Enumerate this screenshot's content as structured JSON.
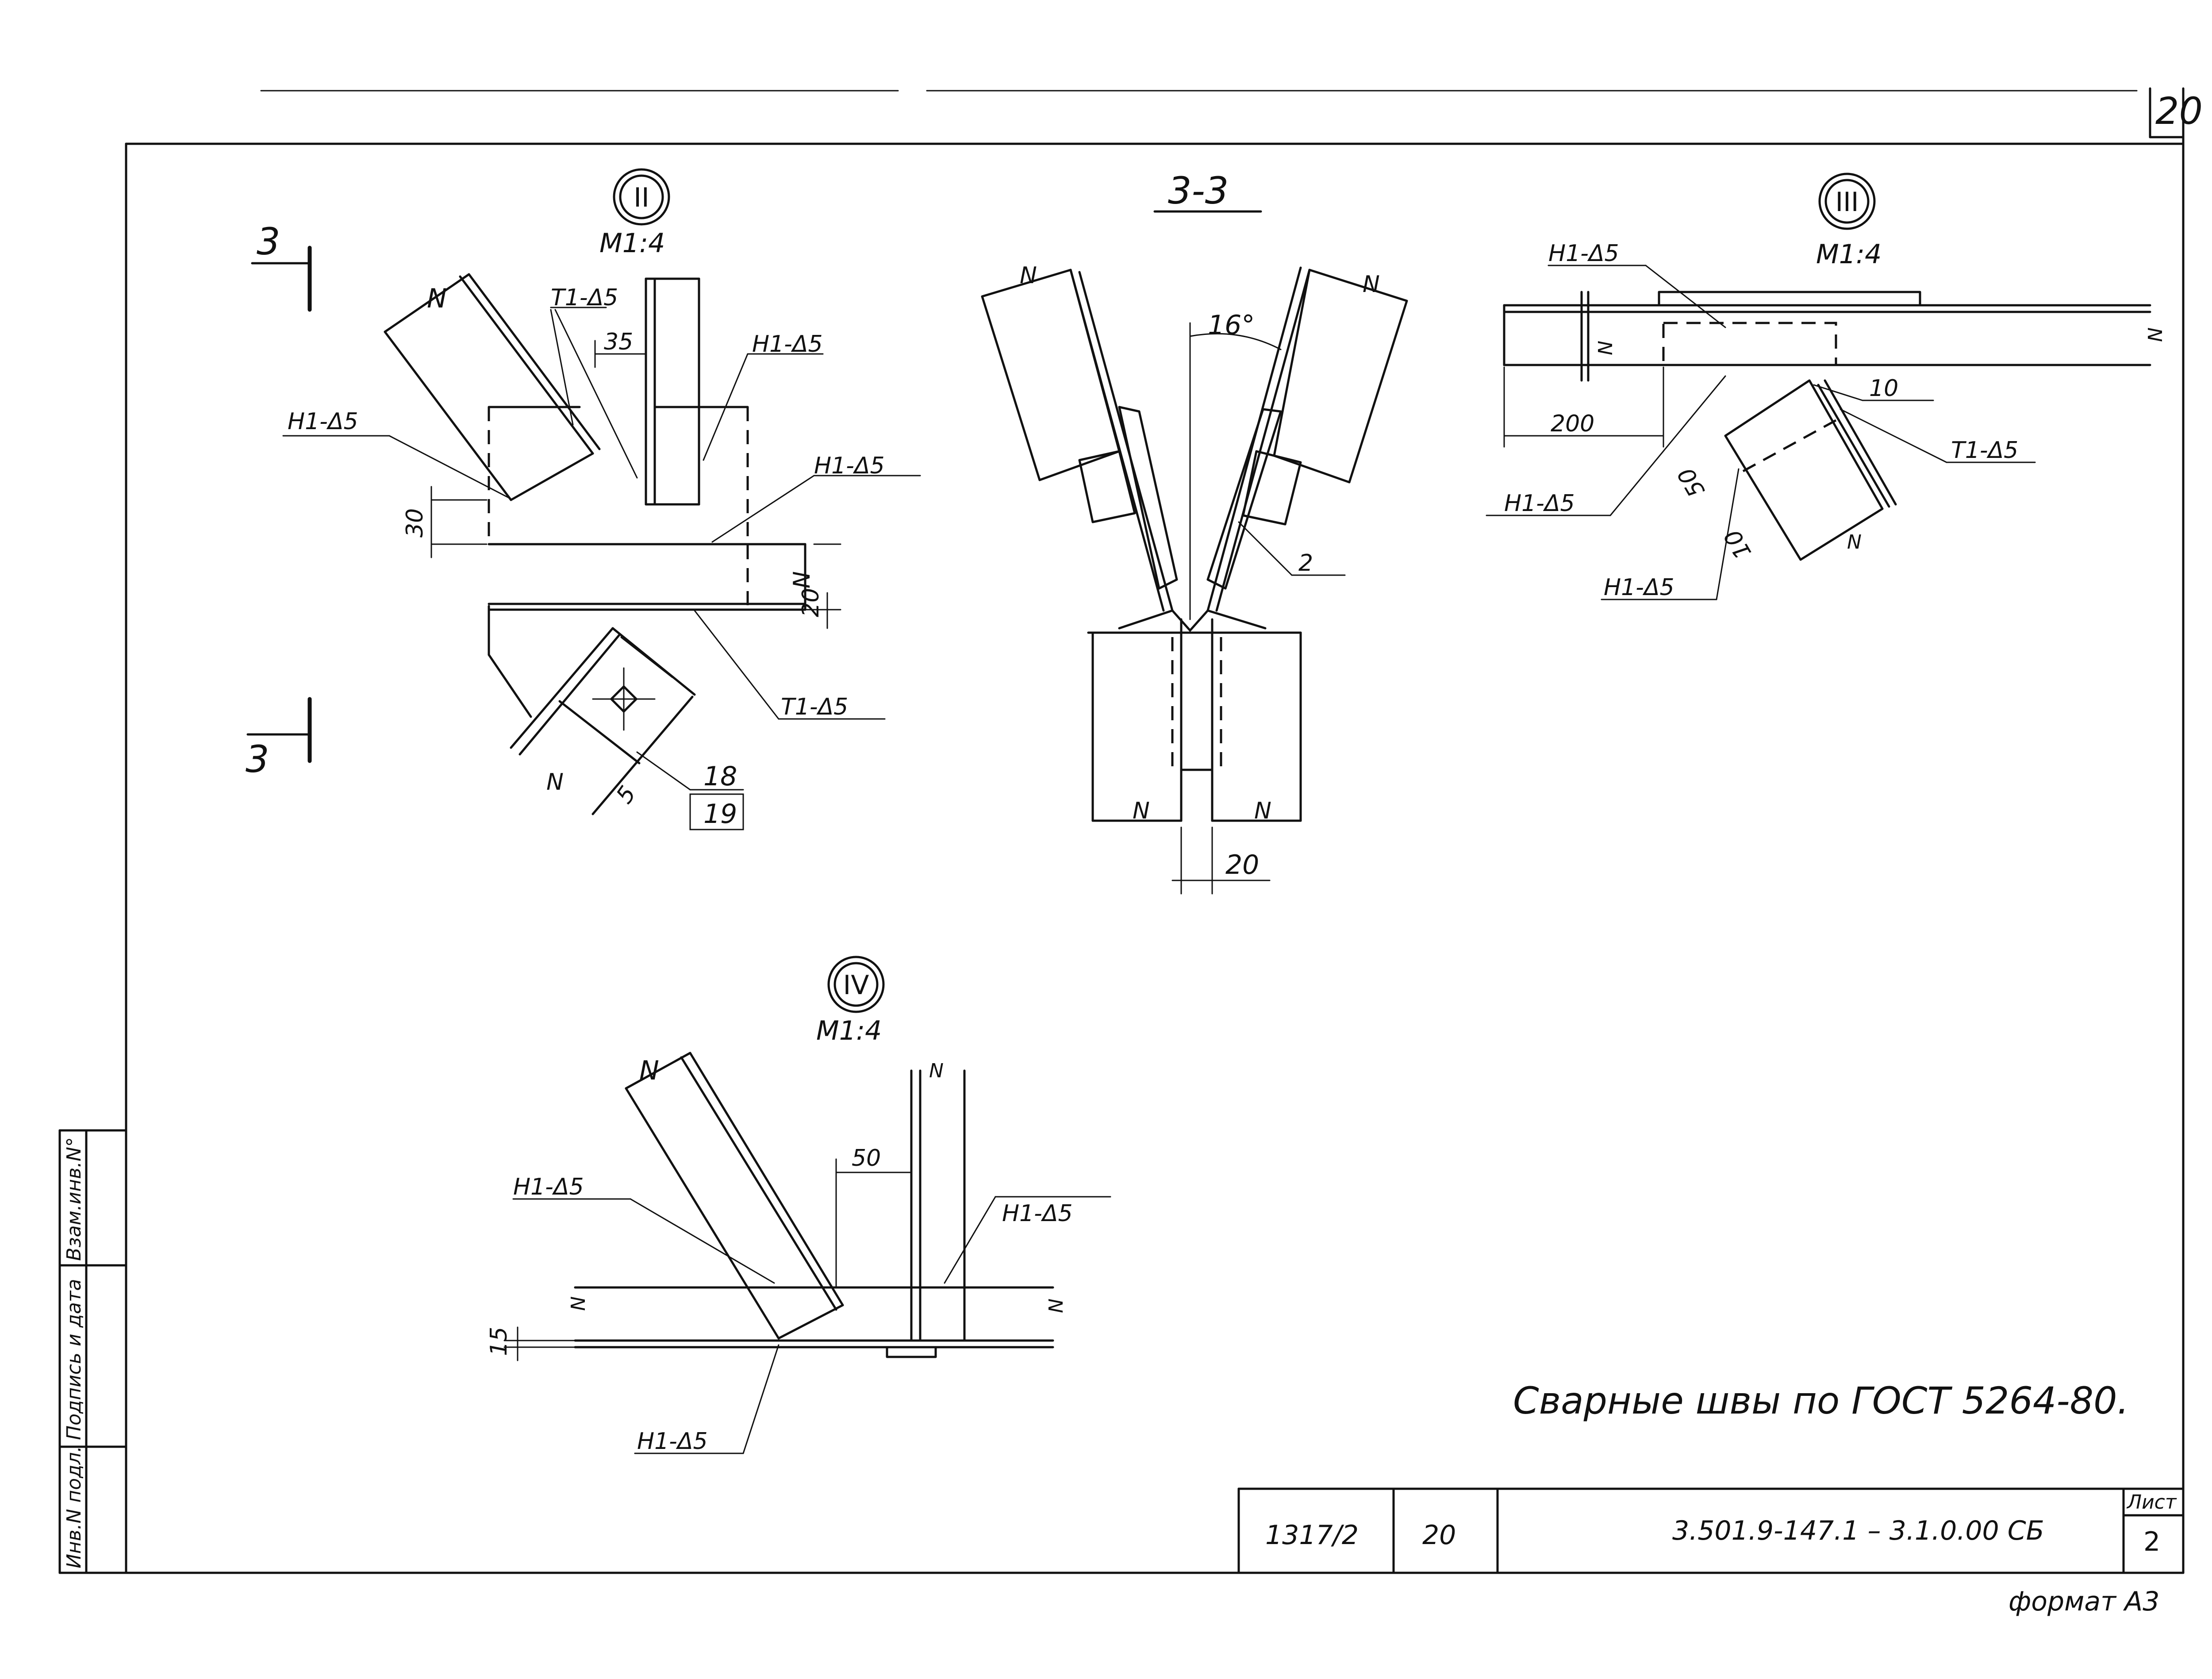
{
  "sheet": {
    "corner_sheet_number": "20",
    "note": "Сварные швы по ГОСТ 5264-80.",
    "format_label": "формат А3",
    "side_labels": [
      "Инв.N подл.",
      "Подпись и дата",
      "Взам.инв.N°"
    ]
  },
  "title_block": {
    "inv_number": "1317/2",
    "sheet_copy": "20",
    "designation": "3.501.9-147.1 – 3.1.0.00 СБ",
    "sheet_label": "Лист",
    "sheet_number": "2"
  },
  "node_II": {
    "mark": "II",
    "scale": "М1:4",
    "section_mark": "3",
    "labels": {
      "n_top": "N",
      "weld_t1_top": "Т1-Δ5",
      "weld_h1_right": "Н1-Δ5",
      "weld_h1_left": "Н1-Δ5",
      "weld_h1_mid": "Н1-Δ5",
      "weld_t1_bottom": "Т1-Δ5",
      "n_right": "N",
      "n_bottom": "N"
    },
    "dims": {
      "d35": "35",
      "d30": "30",
      "d20": "20",
      "d5": "5"
    },
    "pos_top": "18",
    "pos_bottom": "19"
  },
  "section_33": {
    "title": "3-3",
    "angle": "16°",
    "pos_label": "2",
    "dim_bottom": "20",
    "n_labels": [
      "N",
      "N",
      "N",
      "N"
    ]
  },
  "node_III": {
    "mark": "III",
    "scale": "М1:4",
    "labels": {
      "weld_h1_top": "Н1-Δ5",
      "weld_t1": "Т1-Δ5",
      "weld_h1_left": "Н1-Δ5",
      "weld_h1_bottom": "Н1-Δ5"
    },
    "dims": {
      "d200": "200",
      "d10_top": "10",
      "d50": "50",
      "d10_bottom": "10"
    },
    "n_labels": [
      "N",
      "N",
      "N"
    ]
  },
  "node_IV": {
    "mark": "IV",
    "scale": "М1:4",
    "labels": {
      "n_top": "N",
      "weld_h1_left": "Н1-Δ5",
      "weld_h1_right": "Н1-Δ5",
      "weld_h1_bottom": "Н1-Δ5",
      "n_right": "N",
      "n_left": "N",
      "n_end": "N"
    },
    "dims": {
      "d50": "50",
      "d15": "15"
    }
  }
}
